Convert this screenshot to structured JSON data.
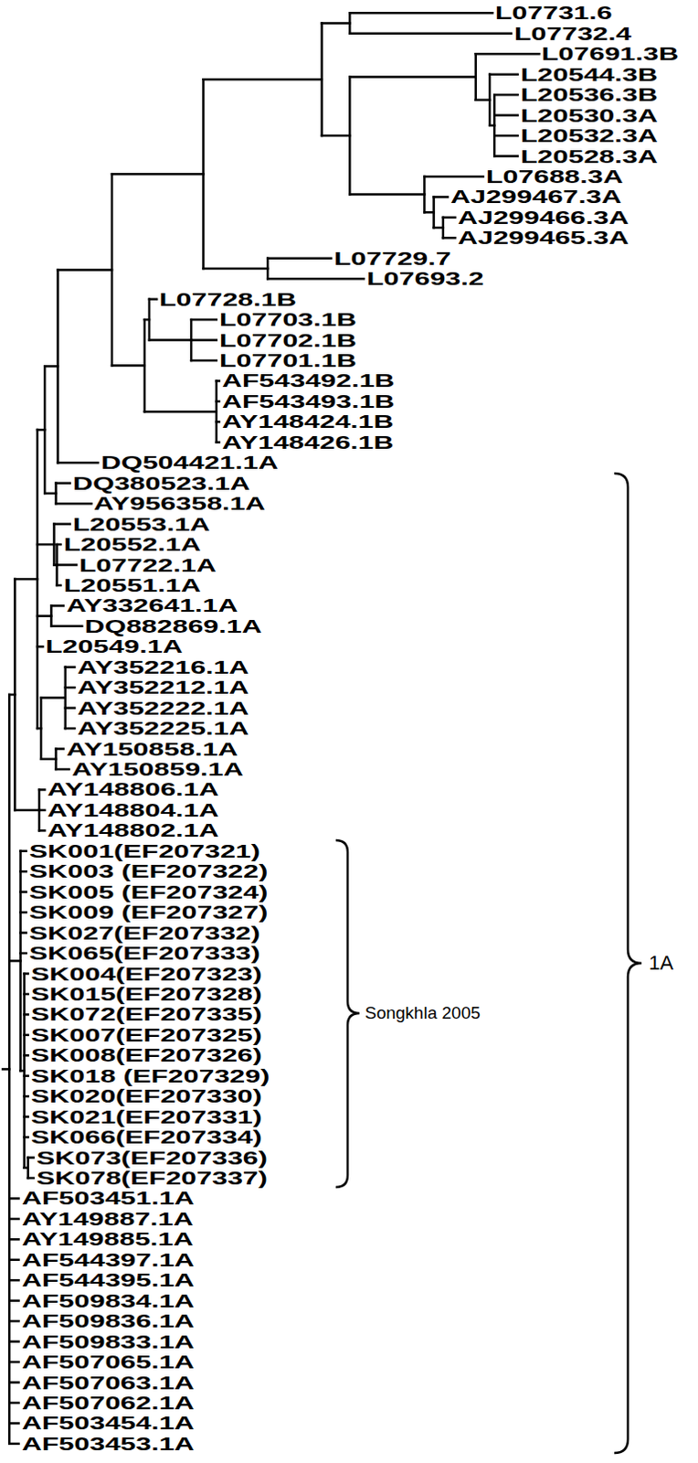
{
  "diagram": {
    "labels": [
      "L07731.6",
      "L07732.4",
      "L07691.3B",
      "L20544.3B",
      "L20536.3B",
      "L20530.3A",
      "L20532.3A",
      "L20528.3A",
      "L07688.3A",
      "AJ299467.3A",
      "AJ299466.3A",
      "AJ299465.3A",
      "L07729.7",
      "L07693.2",
      "L07728.1B",
      "L07703.1B",
      "L07702.1B",
      "L07701.1B",
      "AF543492.1B",
      "AF543493.1B",
      "AY148424.1B",
      "AY148426.1B",
      "DQ504421.1A",
      "DQ380523.1A",
      "AY956358.1A",
      "L20553.1A",
      "L20552.1A",
      "L07722.1A",
      "L20551.1A",
      "AY332641.1A",
      "DQ882869.1A",
      "L20549.1A",
      "AY352216.1A",
      "AY352212.1A",
      "AY352222.1A",
      "AY352225.1A",
      "AY150858.1A",
      "AY150859.1A",
      "AY148806.1A",
      "AY148804.1A",
      "AY148802.1A",
      "SK001(EF207321)",
      "SK003 (EF207322)",
      "SK005 (EF207324)",
      "SK009 (EF207327)",
      "SK027(EF207332)",
      "SK065(EF207333)",
      "SK004(EF207323)",
      "SK015(EF207328)",
      "SK072(EF207335)",
      "SK007(EF207325)",
      "SK008(EF207326)",
      "SK018 (EF207329)",
      "SK020(EF207330)",
      "SK021(EF207331)",
      "SK066(EF207334)",
      "SK073(EF207336)",
      "SK078(EF207337)",
      "AF503451.1A",
      "AY149887.1A",
      "AY149885.1A",
      "AF544397.1A",
      "AF544395.1A",
      "AF509834.1A",
      "AF509836.1A",
      "AF509833.1A",
      "AF507065.1A",
      "AF507063.1A",
      "AF507062.1A",
      "AF503454.1A",
      "AF503453.1A",
      "Songkhla 2005",
      "1A"
    ]
  }
}
